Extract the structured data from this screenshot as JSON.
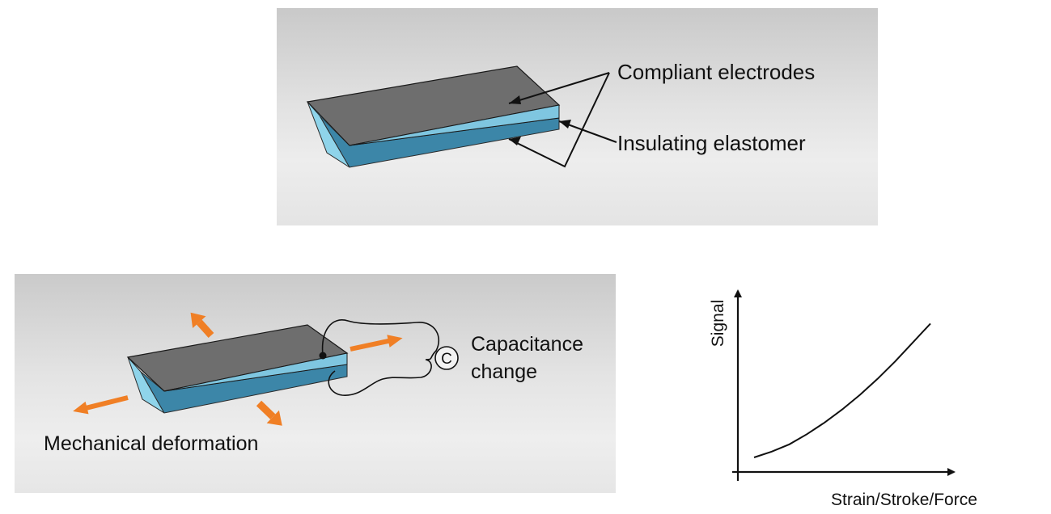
{
  "top_panel": {
    "label_electrodes": "Compliant electrodes",
    "label_elastomer": "Insulating elastomer"
  },
  "bottom_panel": {
    "label_capacitance_line1": "Capacitance",
    "label_capacitance_line2": "change",
    "capacitor_symbol": "C",
    "label_deformation": "Mechanical deformation"
  },
  "graph": {
    "ylabel": "Signal",
    "xlabel": "Strain/Stroke/Force"
  },
  "colors": {
    "electrode": "#6e6e6e",
    "elastomer_side": "#3c86a8",
    "elastomer_edge": "#8fd4ea",
    "arrow": "#f07f25",
    "panel_bg_light": "#ececec",
    "panel_bg_dark": "#c9c9c9"
  },
  "chart_data": {
    "type": "line",
    "title": "",
    "xlabel": "Strain/Stroke/Force",
    "ylabel": "Signal",
    "series": [
      {
        "x": [
          0.0,
          0.1,
          0.2,
          0.3,
          0.4,
          0.5,
          0.6,
          0.7,
          0.8,
          0.9,
          1.0
        ],
        "values": [
          0.05,
          0.09,
          0.14,
          0.21,
          0.29,
          0.38,
          0.48,
          0.59,
          0.71,
          0.84,
          0.97
        ]
      }
    ],
    "xlim": [
      0,
      1
    ],
    "ylim": [
      0,
      1
    ],
    "grid": false,
    "ticks": false
  }
}
